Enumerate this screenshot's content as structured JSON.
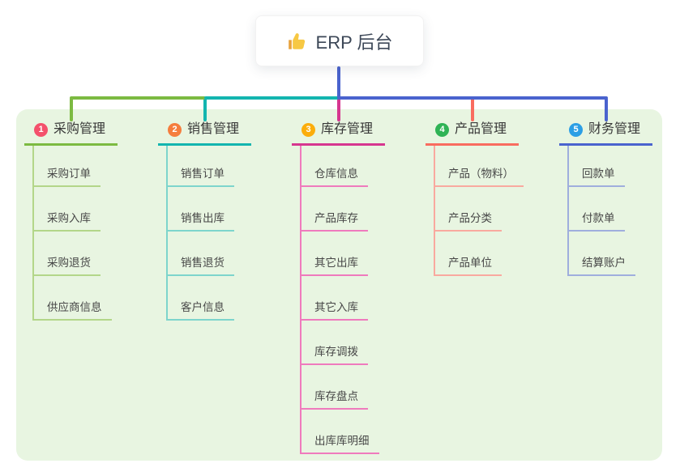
{
  "canvas": {
    "background": "#FFFFFF",
    "panel_background": "#E8F5E1"
  },
  "root": {
    "title": "ERP 后台",
    "icon": "thumbs-up-icon",
    "icon_color": "#F7C843",
    "stem_color": "#4A63CE"
  },
  "branches": [
    {
      "badge": "1",
      "title": "采购管理",
      "colors": {
        "badge": "#F4516C",
        "line": "#7CBA41",
        "light": "#B3D689"
      },
      "items": [
        "采购订单",
        "采购入库",
        "采购退货",
        "供应商信息"
      ]
    },
    {
      "badge": "2",
      "title": "销售管理",
      "colors": {
        "badge": "#F57D3D",
        "line": "#13B5AF",
        "light": "#7DD5CC"
      },
      "items": [
        "销售订单",
        "销售出库",
        "销售退货",
        "客户信息"
      ]
    },
    {
      "badge": "3",
      "title": "库存管理",
      "colors": {
        "badge": "#FBAD0B",
        "line": "#D6368F",
        "light": "#EF7ABD"
      },
      "items": [
        "仓库信息",
        "产品库存",
        "其它出库",
        "其它入库",
        "库存调拨",
        "库存盘点",
        "出库库明细"
      ]
    },
    {
      "badge": "4",
      "title": "产品管理",
      "colors": {
        "badge": "#2FB355",
        "line": "#F96C5F",
        "light": "#F9A99F"
      },
      "items": [
        "产品（物料）",
        "产品分类",
        "产品单位"
      ]
    },
    {
      "badge": "5",
      "title": "财务管理",
      "colors": {
        "badge": "#2C9FE5",
        "line": "#4A63CE",
        "light": "#9FAEDD"
      },
      "items": [
        "回款单",
        "付款单",
        "结算账户"
      ]
    }
  ]
}
